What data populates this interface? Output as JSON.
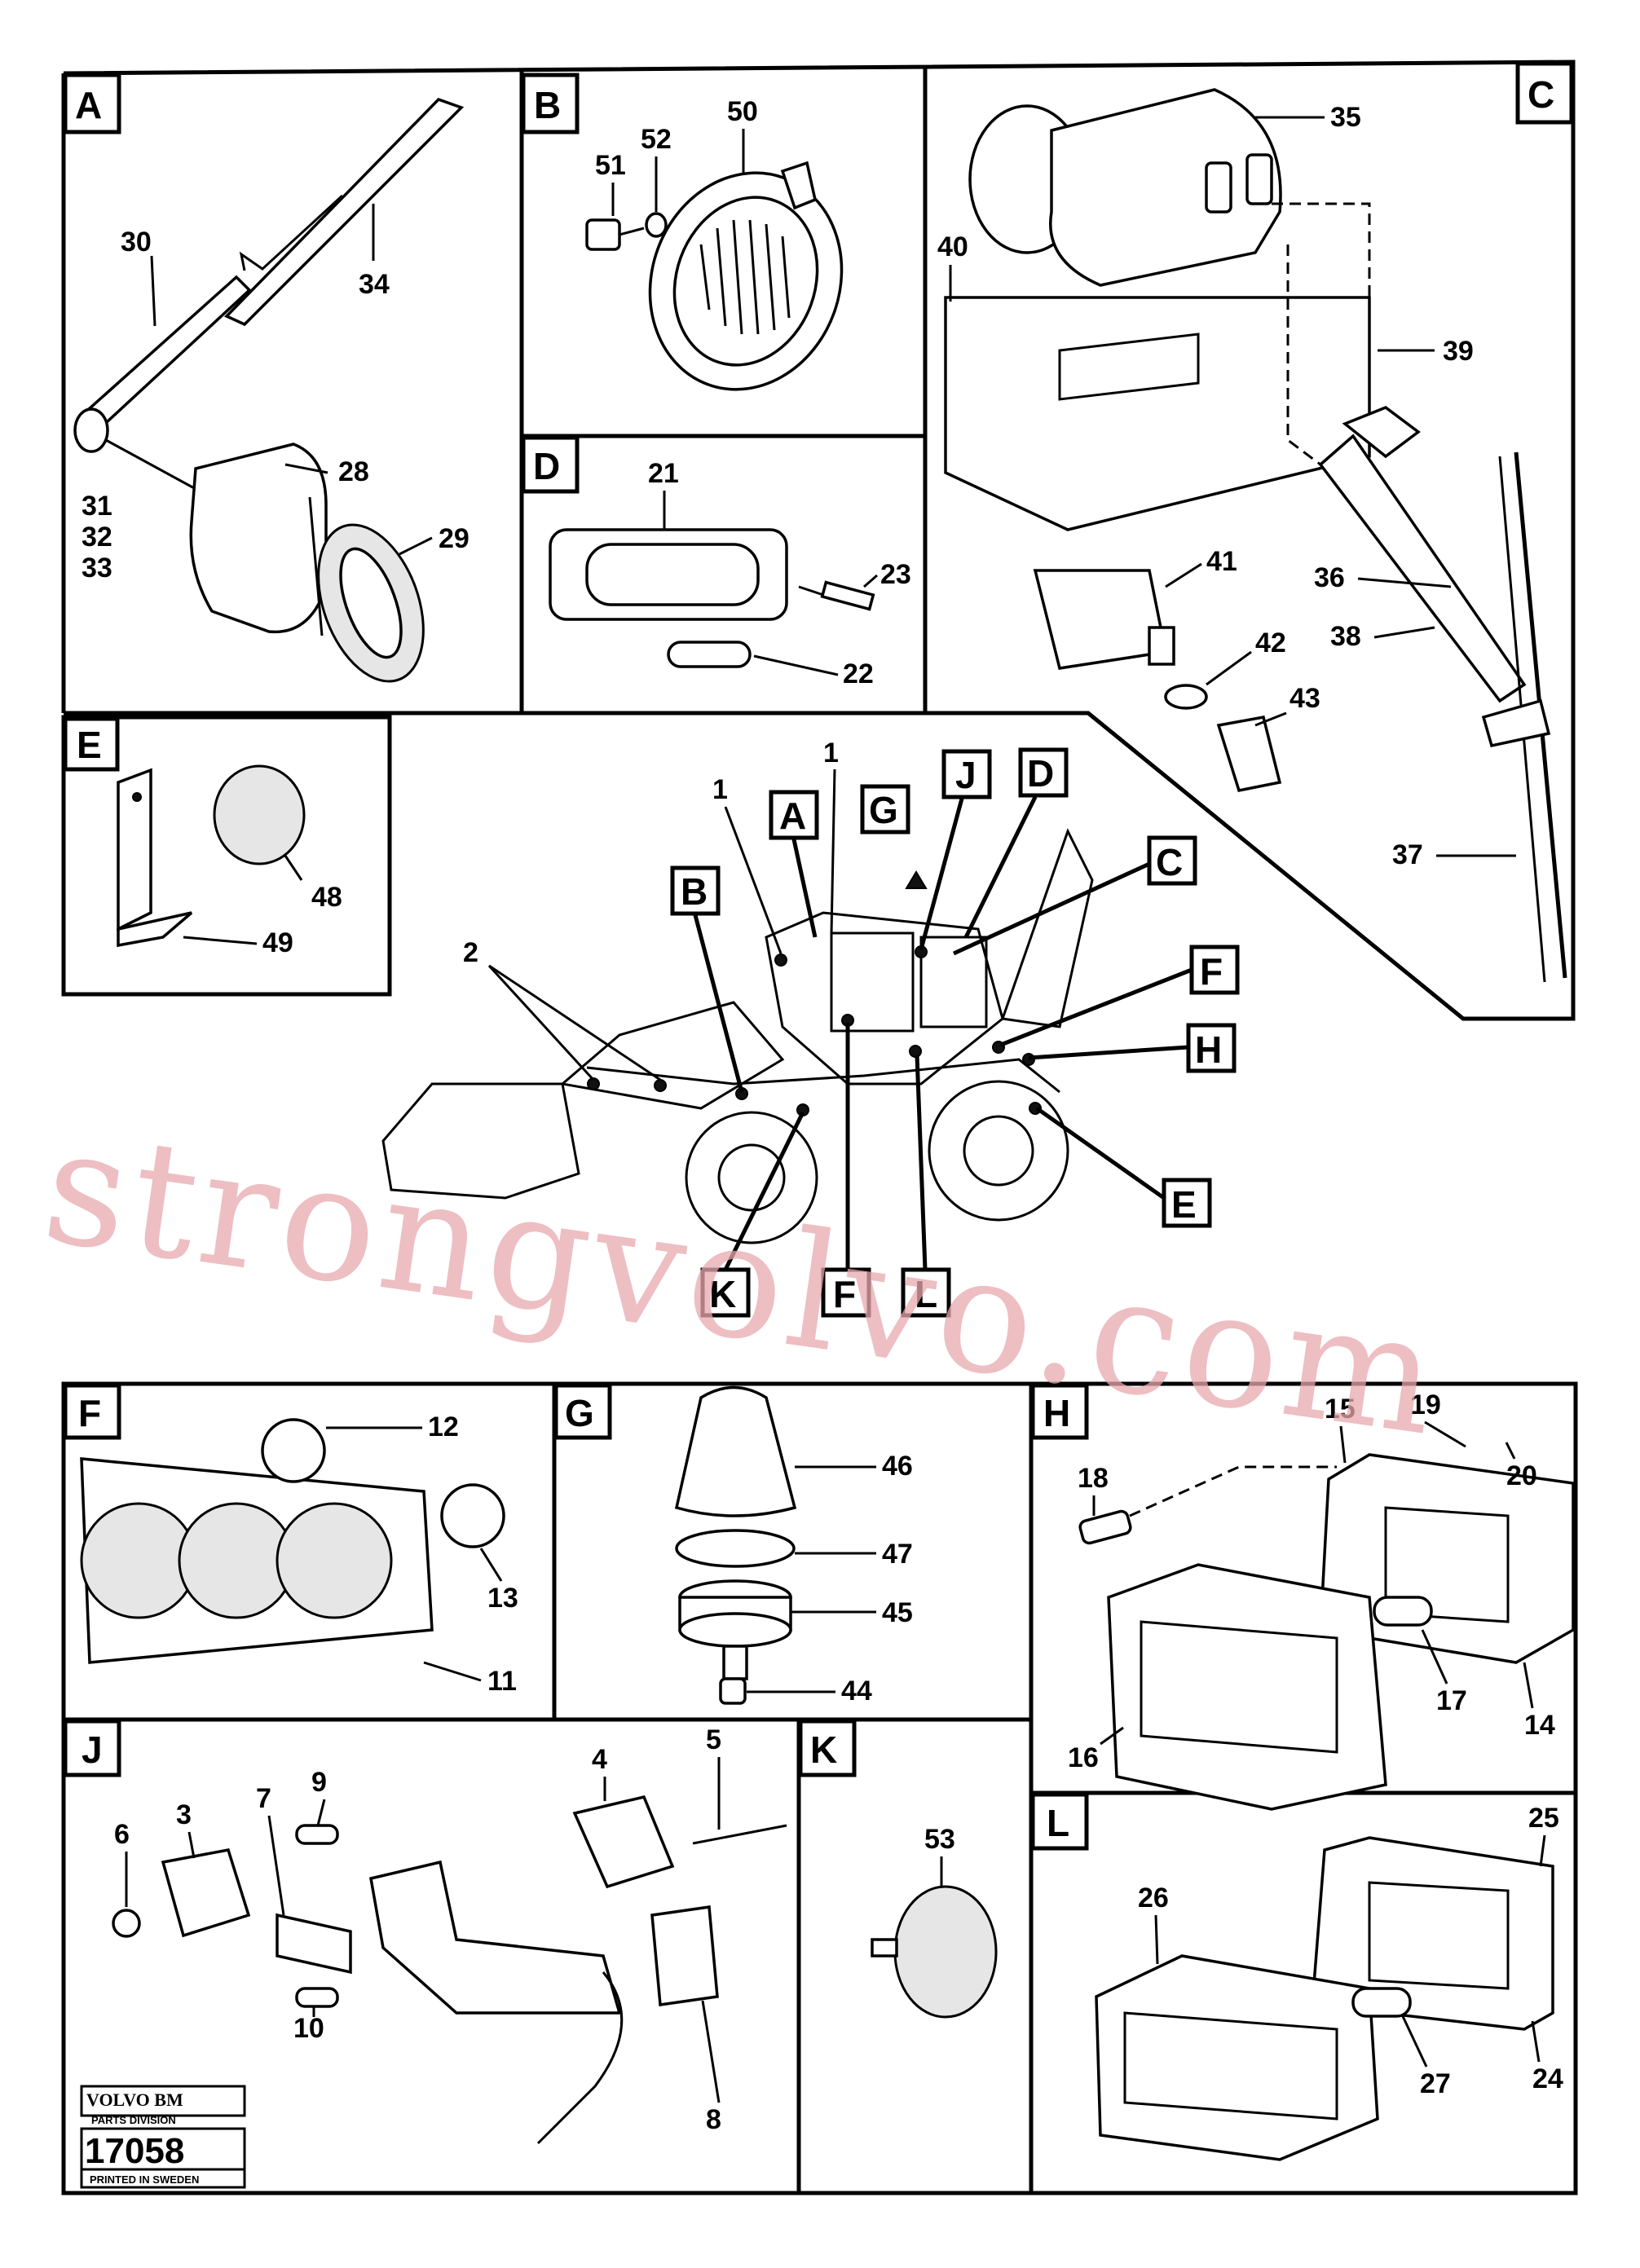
{
  "panels": {
    "A": {
      "letter": "A",
      "parts": [
        "30",
        "34",
        "28",
        "29",
        "31",
        "32",
        "33"
      ]
    },
    "B": {
      "letter": "B",
      "parts": [
        "51",
        "52",
        "50"
      ]
    },
    "C": {
      "letter": "C",
      "parts": [
        "35",
        "40",
        "39",
        "41",
        "36",
        "38",
        "42",
        "43",
        "37"
      ]
    },
    "D": {
      "letter": "D",
      "parts": [
        "21",
        "23",
        "22"
      ]
    },
    "E": {
      "letter": "E",
      "parts": [
        "48",
        "49"
      ]
    },
    "F": {
      "letter": "F",
      "parts": [
        "12",
        "13",
        "11"
      ]
    },
    "G": {
      "letter": "G",
      "parts": [
        "46",
        "47",
        "45",
        "44"
      ]
    },
    "H": {
      "letter": "H",
      "parts": [
        "15",
        "19",
        "20",
        "18",
        "17",
        "14",
        "16"
      ]
    },
    "J": {
      "letter": "J",
      "parts": [
        "6",
        "3",
        "7",
        "9",
        "10",
        "4",
        "5",
        "8"
      ]
    },
    "K": {
      "letter": "K",
      "parts": [
        "53"
      ]
    },
    "L": {
      "letter": "L",
      "parts": [
        "25",
        "26",
        "24",
        "27"
      ]
    }
  },
  "overview": {
    "callouts": [
      "A",
      "B",
      "C",
      "D",
      "E",
      "F",
      "G",
      "H",
      "J",
      "K",
      "F",
      "L"
    ],
    "numbers": [
      "1",
      "1",
      "2"
    ]
  },
  "title_block": {
    "brand": "VOLVO BM",
    "division": "PARTS DIVISION",
    "number": "17058",
    "printed": "PRINTED IN SWEDEN"
  },
  "watermark": "strongvolvo.com"
}
